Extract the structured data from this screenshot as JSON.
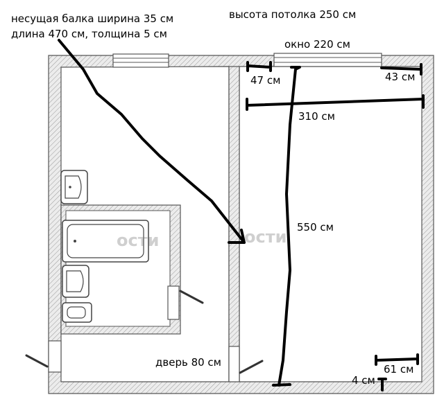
{
  "annotations": {
    "beam_line1": "несущая балка ширина 35 см",
    "beam_line2": "длина 470 см, толщина 5 см",
    "ceiling_height": "высота потолка 250 см",
    "window_width": "окно 220 см",
    "dim_left_of_window": "47 см",
    "dim_right_of_window": "43 см",
    "room_width": "310 см",
    "room_length": "550 см",
    "door_width": "дверь 80 см",
    "dim_corner_right": "61 см",
    "dim_corner_bottom": "4 см"
  },
  "watermark_text": "ости",
  "colors": {
    "wall_fill": "#e6e6e6",
    "wall_stroke": "#555555",
    "marker": "#000000",
    "fixture_stroke": "#444444"
  }
}
